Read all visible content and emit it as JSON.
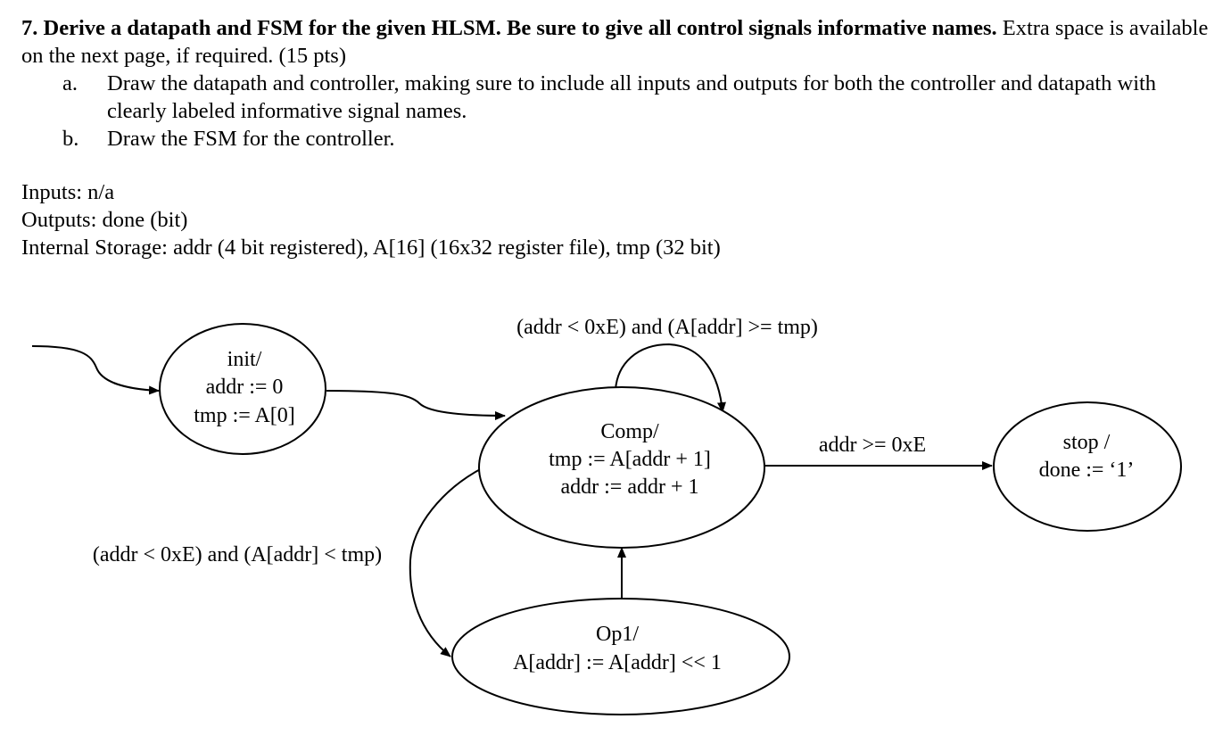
{
  "question": {
    "title_bold": "7. Derive a datapath and FSM for the given HLSM.  Be sure to give all control signals informative names.",
    "title_rest": "  Extra space is available on the next page, if required.  (15 pts)",
    "parts": [
      {
        "marker": "a.",
        "text": "Draw the datapath and controller, making sure to include all inputs and outputs for both the controller and datapath with clearly labeled informative signal names."
      },
      {
        "marker": "b.",
        "text": "Draw the FSM for the controller."
      }
    ]
  },
  "spec": {
    "inputs": "Inputs: n/a",
    "outputs": "Outputs: done (bit)",
    "storage": "Internal Storage: addr (4 bit registered), A[16] (16x32 register file), tmp (32 bit)"
  },
  "fsm": {
    "states": {
      "init": {
        "lines": [
          "init/",
          "addr := 0",
          "tmp := A[0]"
        ]
      },
      "comp": {
        "lines": [
          "Comp/",
          "tmp := A[addr + 1]",
          "addr := addr + 1"
        ]
      },
      "stop": {
        "lines": [
          "stop /",
          "done := ‘1’"
        ]
      },
      "op1": {
        "lines": [
          "Op1/",
          "A[addr] := A[addr] << 1"
        ]
      }
    },
    "transitions": {
      "comp_self": "(addr < 0xE) and (A[addr] >= tmp)",
      "comp_to_stop": "addr >= 0xE",
      "comp_to_op1": "(addr < 0xE) and (A[addr] < tmp)"
    }
  }
}
